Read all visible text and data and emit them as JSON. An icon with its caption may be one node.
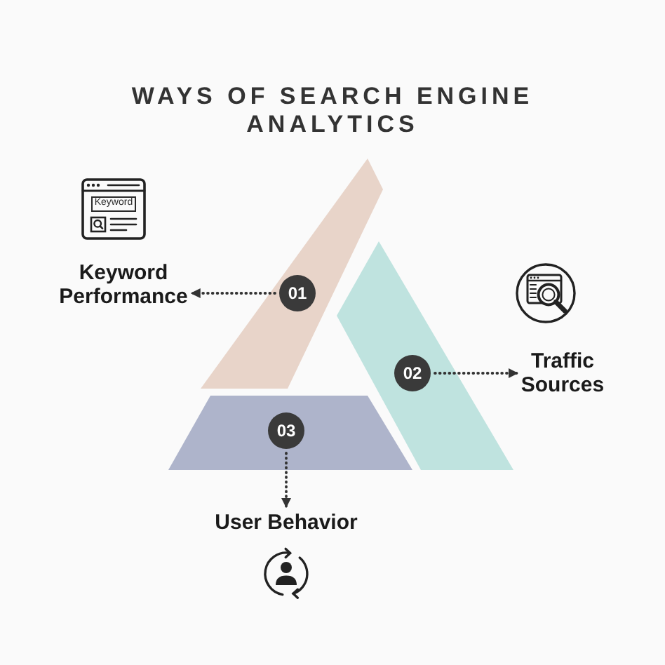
{
  "diagram": {
    "title": "WAYS OF SEARCH ENGINE ANALYTICS",
    "nodes": [
      {
        "text": [],
        "shape": "parallelogram"
      },
      {
        "text": [],
        "shape": "parallelogram"
      },
      {
        "text": [],
        "shape": "trapezoid"
      },
      {
        "text": [
          "01"
        ],
        "in": 0
      },
      {
        "text": [
          "02"
        ],
        "in": 1
      },
      {
        "text": [
          "03"
        ],
        "in": 2
      },
      {
        "text": [
          "Keyword Performance"
        ]
      },
      {
        "text": [
          "Traffic Sources"
        ]
      },
      {
        "text": [
          "User Behavior"
        ]
      }
    ],
    "edges": [
      {
        "from": 3,
        "to": 6,
        "arrow": "to",
        "style": "dashed"
      },
      {
        "from": 4,
        "to": 7,
        "arrow": "to",
        "style": "dashed"
      },
      {
        "from": 5,
        "to": 8,
        "arrow": "to",
        "style": "dashed"
      }
    ],
    "labels": [
      "Keyword"
    ]
  }
}
